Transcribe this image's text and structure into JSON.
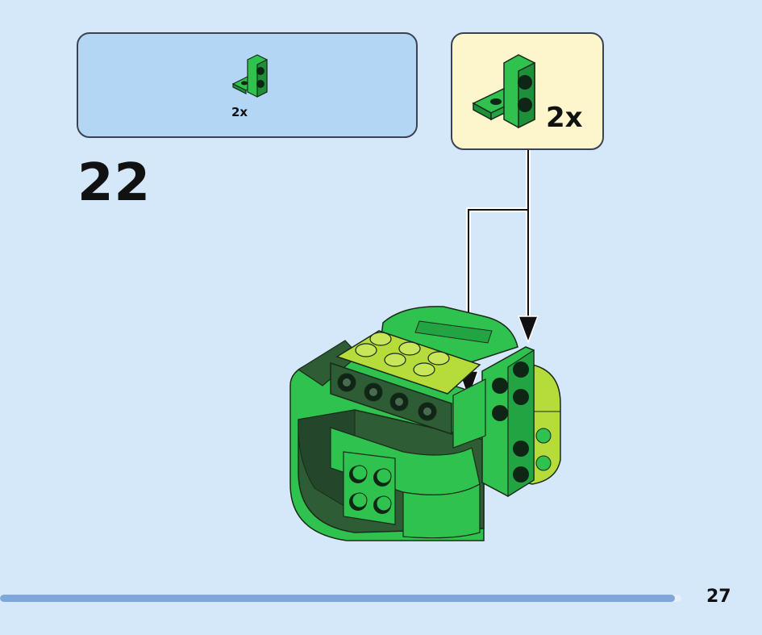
{
  "parts_list": {
    "items": [
      {
        "quantity": "2x",
        "part_icon": "green-bracket-1x2-2x2-icon"
      }
    ]
  },
  "step": {
    "number": "22"
  },
  "callout": {
    "quantity": "2x",
    "part_icon": "green-bracket-1x2-2x2-icon"
  },
  "footer": {
    "page_number": "27",
    "progress": 0.99
  },
  "colors": {
    "background": "#d4e8fa",
    "parts_box": "#b3d6f5",
    "callout_box": "#fdf5cc",
    "brick_green": "#28b34b",
    "brick_dark_green": "#2d5c35",
    "brick_lime": "#b5dc3a",
    "progress": "#7fa7d9"
  }
}
